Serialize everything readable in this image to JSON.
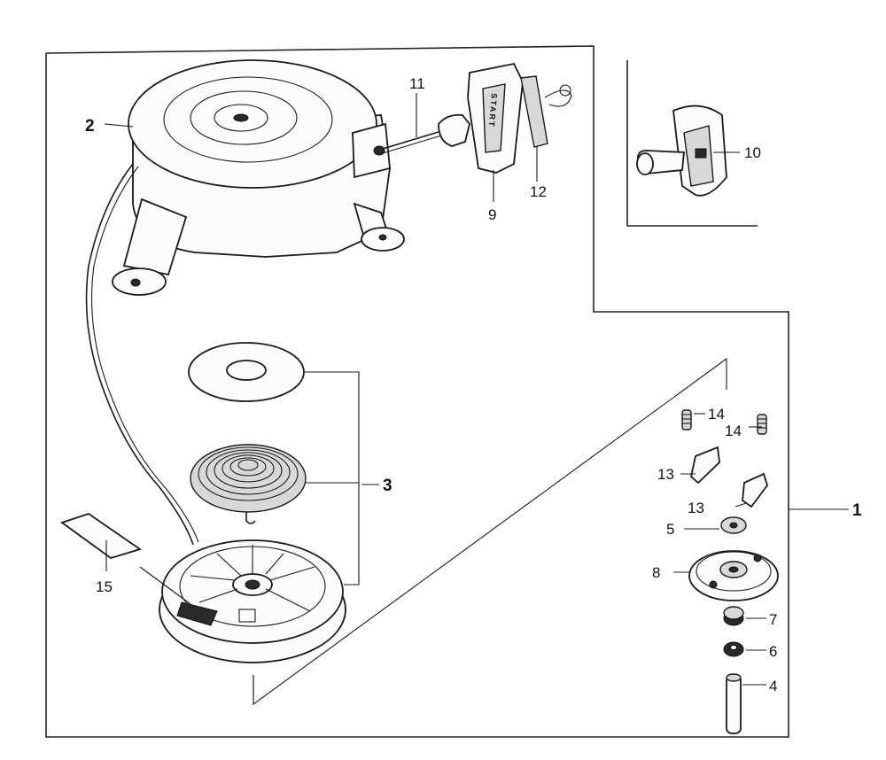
{
  "diagram": {
    "part_labels": {
      "p1": "1",
      "p2": "2",
      "p3": "3",
      "p4": "4",
      "p5": "5",
      "p6": "6",
      "p7": "7",
      "p8": "8",
      "p9": "9",
      "p10": "10",
      "p11": "11",
      "p12": "12",
      "p13a": "13",
      "p13b": "13",
      "p14a": "14",
      "p14b": "14",
      "p15": "15"
    },
    "grip_text": "START"
  }
}
